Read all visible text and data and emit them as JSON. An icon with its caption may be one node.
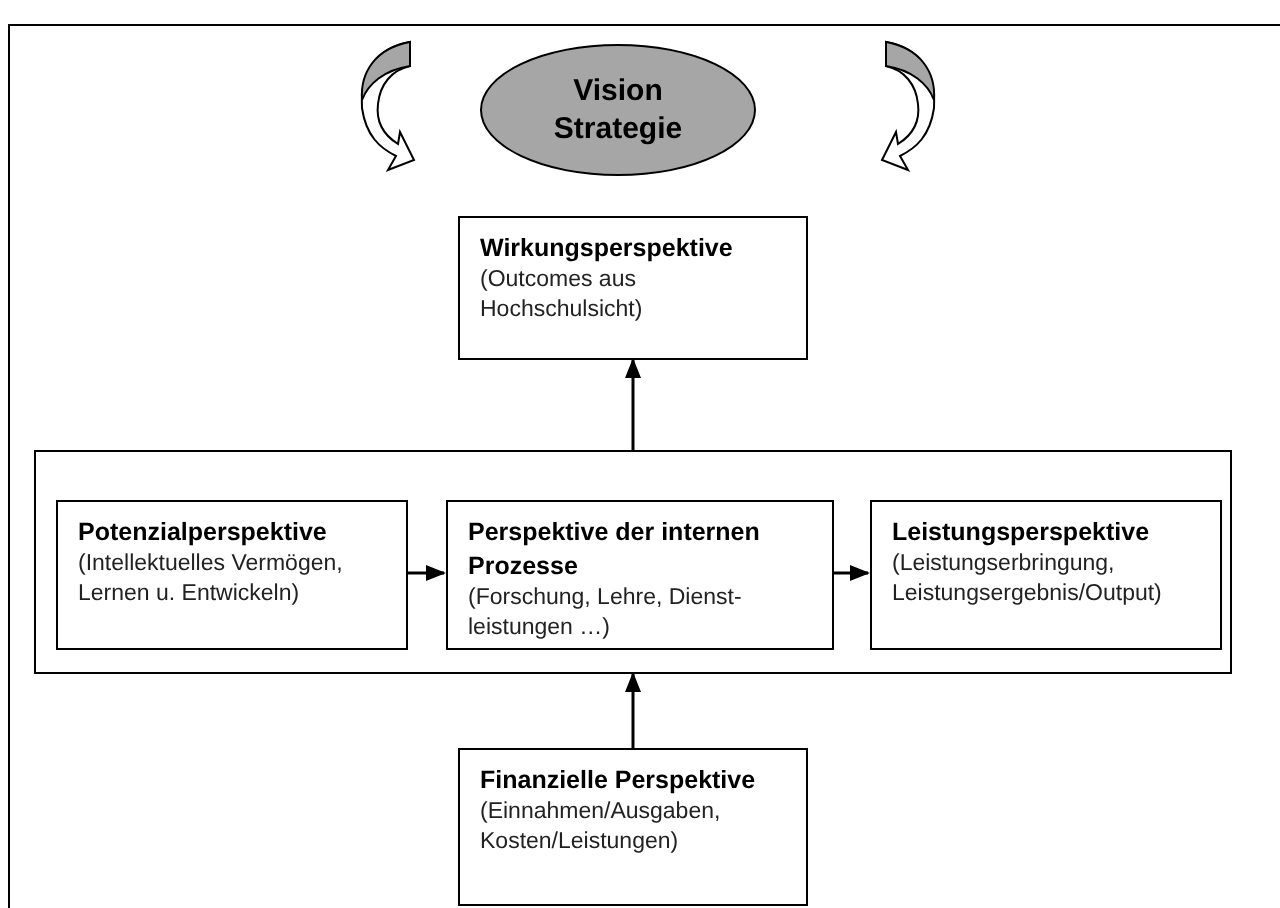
{
  "diagram": {
    "nodes": [
      {
        "text": [
          "Vision Strategie"
        ]
      },
      {
        "text": [
          "Wirkungsperspektive",
          "(Outcomes aus Hochschulsicht)"
        ]
      },
      {
        "text": [],
        "shape": "box"
      },
      {
        "text": [
          "Potenzialperspektive",
          "(Intellektuelles Vermögen, Lernen u. Entwickeln)"
        ],
        "in": 2
      },
      {
        "text": [
          "Perspektive der internen Prozesse",
          "(Forschung, Lehre, Dienst- leistungen …)"
        ],
        "in": 2
      },
      {
        "text": [
          "Leistungsperspektive",
          "(Leistungserbringung, Leistungsergebnis/Output)"
        ],
        "in": 2
      },
      {
        "text": [
          "Finanzielle Perspektive",
          "(Einnahmen/Ausgaben, Kosten/Leistungen)"
        ]
      }
    ],
    "edges": [
      {
        "from": 3,
        "to": 4,
        "arrow": "to"
      },
      {
        "from": 4,
        "to": 5,
        "arrow": "to"
      },
      {
        "from": 2,
        "to": 1,
        "arrow": "to"
      },
      {
        "from": 6,
        "to": 2,
        "arrow": "to"
      }
    ]
  }
}
